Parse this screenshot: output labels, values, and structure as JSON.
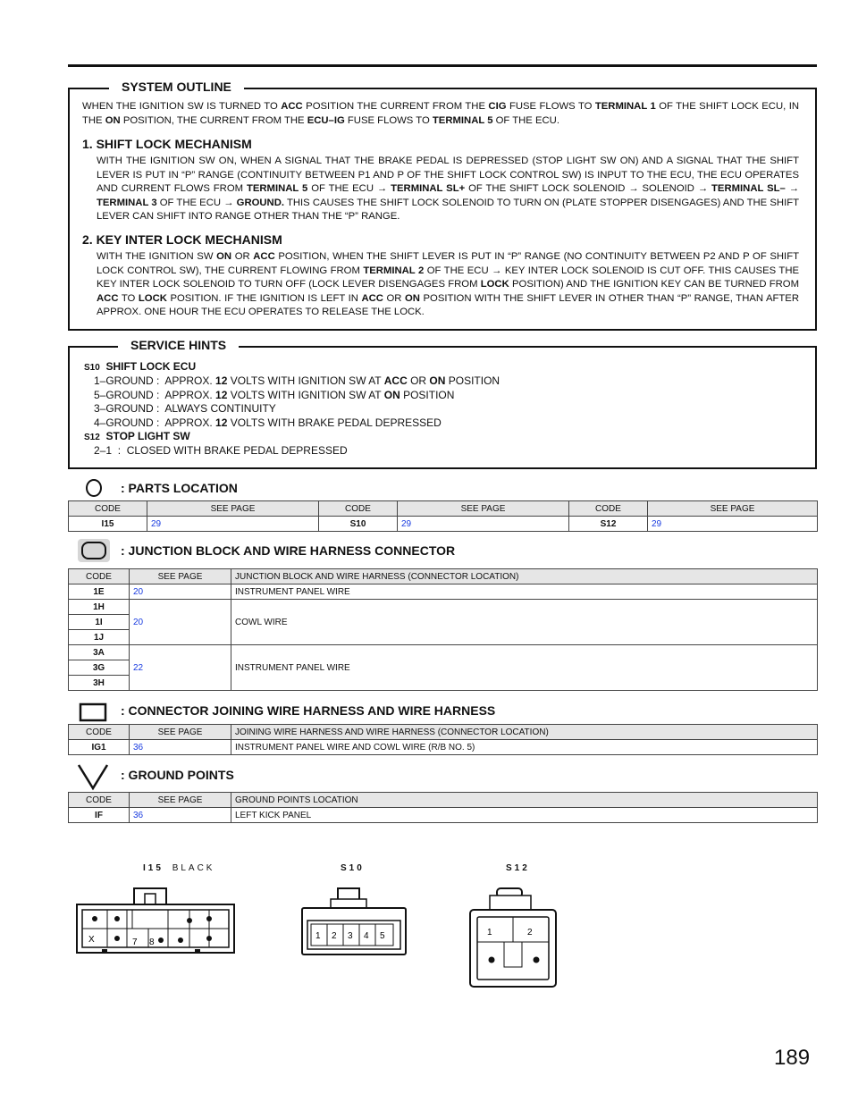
{
  "system_outline": {
    "title": "SYSTEM OUTLINE",
    "intro": [
      {
        "t": "WHEN THE IGNITION SW IS TURNED TO "
      },
      {
        "t": "ACC",
        "b": 1
      },
      {
        "t": " POSITION THE CURRENT FROM THE "
      },
      {
        "t": "CIG",
        "b": 1
      },
      {
        "t": " FUSE FLOWS TO "
      },
      {
        "t": "TERMINAL 1",
        "b": 1
      },
      {
        "t": " OF THE SHIFT LOCK ECU, IN THE "
      },
      {
        "t": "ON",
        "b": 1
      },
      {
        "t": " POSITION, THE CURRENT FROM THE "
      },
      {
        "t": "ECU–IG",
        "b": 1
      },
      {
        "t": " FUSE FLOWS TO "
      },
      {
        "t": "TERMINAL 5",
        "b": 1
      },
      {
        "t": " OF THE ECU."
      }
    ],
    "h1": "1.  SHIFT LOCK MECHANISM",
    "p1": [
      {
        "t": "WITH THE IGNITION SW ON, WHEN A SIGNAL THAT THE BRAKE PEDAL IS DEPRESSED (STOP LIGHT SW ON) AND A SIGNAL THAT THE SHIFT LEVER IS PUT IN “P” RANGE (CONTINUITY BETWEEN P1 AND P OF THE SHIFT LOCK CONTROL SW) IS INPUT TO THE ECU, THE ECU OPERATES AND CURRENT FLOWS FROM "
      },
      {
        "t": "TERMINAL 5",
        "b": 1
      },
      {
        "t": " OF THE ECU → "
      },
      {
        "t": "TERMINAL SL+",
        "b": 1
      },
      {
        "t": " OF THE SHIFT LOCK SOLENOID → SOLENOID → "
      },
      {
        "t": "TERMINAL SL–",
        "b": 1
      },
      {
        "t": " → "
      },
      {
        "t": "TERMINAL 3",
        "b": 1
      },
      {
        "t": " OF THE ECU → "
      },
      {
        "t": "GROUND.",
        "b": 1
      },
      {
        "t": " THIS CAUSES THE SHIFT LOCK SOLENOID TO TURN ON (PLATE STOPPER DISENGAGES) AND THE SHIFT LEVER CAN SHIFT INTO RANGE OTHER THAN THE “P” RANGE."
      }
    ],
    "h2": "2.  KEY INTER LOCK MECHANISM",
    "p2": [
      {
        "t": "WITH THE IGNITION SW "
      },
      {
        "t": "ON",
        "b": 1
      },
      {
        "t": " OR "
      },
      {
        "t": "ACC",
        "b": 1
      },
      {
        "t": " POSITION, WHEN THE SHIFT LEVER IS PUT IN “P” RANGE (NO CONTINUITY BETWEEN P2 AND P OF SHIFT LOCK CONTROL SW), THE CURRENT FLOWING FROM "
      },
      {
        "t": "TERMINAL 2",
        "b": 1
      },
      {
        "t": " OF THE ECU → KEY INTER LOCK SOLENOID IS CUT OFF. THIS CAUSES THE KEY INTER LOCK SOLENOID TO TURN OFF (LOCK LEVER DISENGAGES FROM "
      },
      {
        "t": "LOCK",
        "b": 1
      },
      {
        "t": " POSITION) AND THE IGNITION KEY CAN BE TURNED FROM "
      },
      {
        "t": "ACC",
        "b": 1
      },
      {
        "t": " TO "
      },
      {
        "t": "LOCK",
        "b": 1
      },
      {
        "t": " POSITION. IF THE IGNITION IS LEFT IN "
      },
      {
        "t": "ACC",
        "b": 1
      },
      {
        "t": " OR "
      },
      {
        "t": "ON",
        "b": 1
      },
      {
        "t": " POSITION WITH THE SHIFT LEVER IN OTHER THAN “P” RANGE, THAN AFTER APPROX. ONE HOUR THE ECU OPERATES TO RELEASE THE LOCK."
      }
    ]
  },
  "service_hints": {
    "title": "SERVICE HINTS",
    "lines": [
      {
        "indent": 0,
        "size": "s",
        "parts": [
          {
            "t": "S10",
            "b": 1,
            "sm": 1
          },
          {
            "t": "  SHIFT LOCK ECU",
            "b": 1
          }
        ]
      },
      {
        "indent": 1,
        "parts": [
          {
            "t": "1–GROUND :  APPROX. "
          },
          {
            "t": "12",
            "b": 1
          },
          {
            "t": " VOLTS WITH IGNITION SW AT "
          },
          {
            "t": "ACC",
            "b": 1
          },
          {
            "t": " OR "
          },
          {
            "t": "ON",
            "b": 1
          },
          {
            "t": " POSITION"
          }
        ]
      },
      {
        "indent": 1,
        "parts": [
          {
            "t": "5–GROUND :  APPROX. "
          },
          {
            "t": "12",
            "b": 1
          },
          {
            "t": " VOLTS WITH IGNITION SW AT "
          },
          {
            "t": "ON",
            "b": 1
          },
          {
            "t": " POSITION"
          }
        ]
      },
      {
        "indent": 1,
        "parts": [
          {
            "t": "3–GROUND :  ALWAYS CONTINUITY"
          }
        ]
      },
      {
        "indent": 1,
        "parts": [
          {
            "t": "4–GROUND :  APPROX. "
          },
          {
            "t": "12",
            "b": 1
          },
          {
            "t": " VOLTS WITH BRAKE PEDAL DEPRESSED"
          }
        ]
      },
      {
        "indent": 0,
        "parts": [
          {
            "t": "S12",
            "b": 1,
            "sm": 1
          },
          {
            "t": "  STOP LIGHT SW",
            "b": 1
          }
        ]
      },
      {
        "indent": 1,
        "parts": [
          {
            "t": "2–1  :  CLOSED WITH BRAKE PEDAL DEPRESSED"
          }
        ]
      }
    ]
  },
  "parts_location": {
    "label": ": PARTS LOCATION",
    "headers": [
      "CODE",
      "SEE PAGE",
      "CODE",
      "SEE PAGE",
      "CODE",
      "SEE PAGE"
    ],
    "row": [
      "I15",
      "29",
      "S10",
      "29",
      "S12",
      "29"
    ]
  },
  "junction": {
    "label": ": JUNCTION BLOCK AND WIRE HARNESS CONNECTOR",
    "headers": [
      "CODE",
      "SEE PAGE",
      "JUNCTION BLOCK AND WIRE HARNESS (CONNECTOR LOCATION)"
    ],
    "rows": [
      {
        "code": "1E",
        "page": "20",
        "loc": "INSTRUMENT PANEL WIRE"
      },
      {
        "code": "1H"
      },
      {
        "code": "1I"
      },
      {
        "code": "1J"
      },
      {
        "code": "3A"
      },
      {
        "code": "3G"
      },
      {
        "code": "3H"
      }
    ],
    "group1": {
      "page": "20",
      "loc": "COWL WIRE"
    },
    "group2": {
      "page": "22",
      "loc": "INSTRUMENT PANEL WIRE"
    }
  },
  "joining": {
    "label": ": CONNECTOR JOINING WIRE HARNESS AND WIRE HARNESS",
    "headers": [
      "CODE",
      "SEE PAGE",
      "JOINING WIRE HARNESS AND WIRE HARNESS (CONNECTOR LOCATION)"
    ],
    "row": [
      "IG1",
      "36",
      "INSTRUMENT PANEL WIRE AND COWL WIRE (R/B NO. 5)"
    ]
  },
  "ground": {
    "label": ": GROUND POINTS",
    "headers": [
      "CODE",
      "SEE PAGE",
      "GROUND POINTS LOCATION"
    ],
    "row": [
      "IF",
      "36",
      "LEFT KICK PANEL"
    ]
  },
  "connectors": {
    "i15": {
      "label": "I15",
      "sub": "BLACK",
      "pins": [
        "X",
        "7",
        "8"
      ]
    },
    "s10": {
      "label": "S10",
      "pins": [
        "1",
        "2",
        "3",
        "4",
        "5"
      ]
    },
    "s12": {
      "label": "S12",
      "pins": [
        "1",
        "2"
      ]
    }
  },
  "page_number": "189",
  "colors": {
    "link": "#1a3ce0",
    "header_bg": "#e6e6e6"
  }
}
